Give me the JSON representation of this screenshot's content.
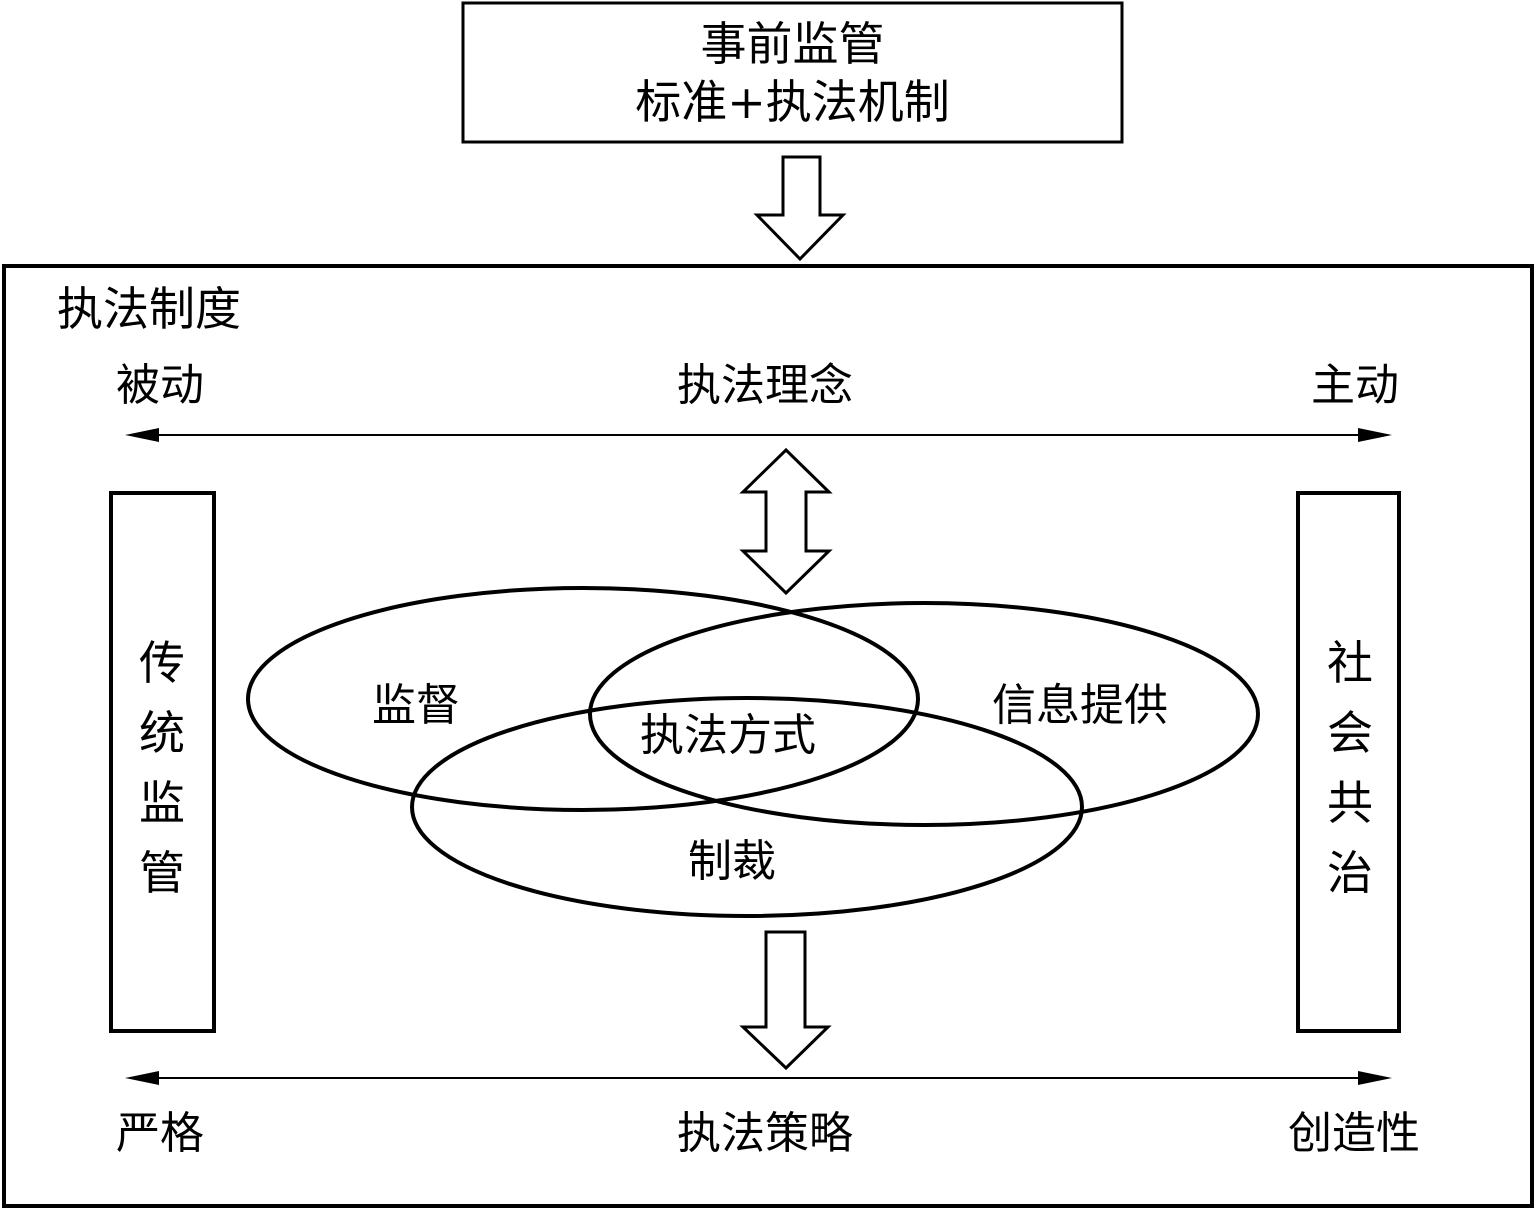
{
  "top_box": {
    "line1": "事前监管",
    "line2": "标准+执法机制"
  },
  "frame": {
    "title": "执法制度"
  },
  "top_axis": {
    "left": "被动",
    "center": "执法理念",
    "right": "主动"
  },
  "bottom_axis": {
    "left": "严格",
    "center": "执法策略",
    "right": "创造性"
  },
  "left_column": {
    "chars": [
      "传",
      "统",
      "监",
      "管"
    ]
  },
  "right_column": {
    "chars": [
      "社",
      "会",
      "共",
      "治"
    ]
  },
  "venn": {
    "supervision": "监督",
    "information": "信息提供",
    "sanction": "制裁",
    "center": "执法方式"
  },
  "colors": {
    "stroke": "#000000",
    "background": "#ffffff"
  }
}
